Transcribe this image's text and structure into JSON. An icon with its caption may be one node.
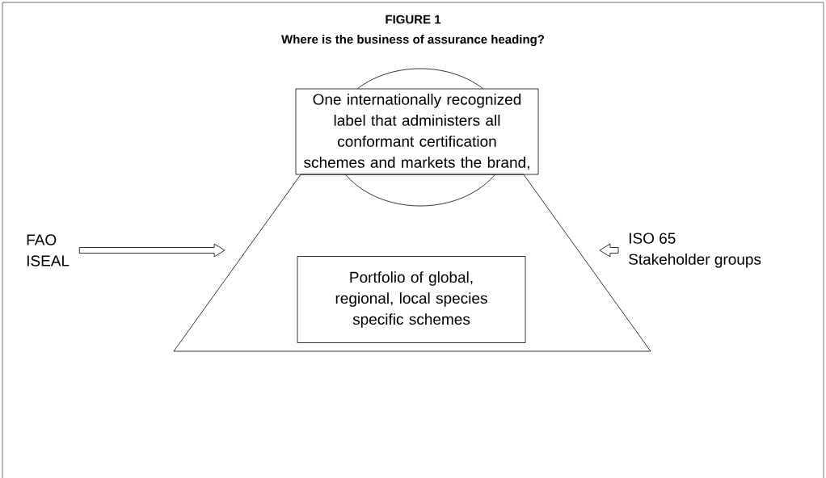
{
  "diagram": {
    "title": "FIGURE 1",
    "nodes": [
      {
        "text": [],
        "shape": "circle"
      },
      {
        "text": [],
        "shape": "trapezoid"
      },
      {
        "text": [
          "One internationally recognized label that administers all conformant certification schemes and markets the brand,"
        ]
      },
      {
        "text": [
          "Portfolio of global, regional, local species specific schemes"
        ],
        "in": 1
      },
      {
        "text": [
          "FAO",
          "ISEAL"
        ]
      },
      {
        "text": [
          "ISO 65",
          "Stakeholder groups"
        ]
      }
    ],
    "edges": [
      {
        "from": 4,
        "to": 1,
        "arrow": "to"
      },
      {
        "from": 5,
        "to": 1,
        "arrow": "to"
      }
    ],
    "labels": [
      "Where is the business of assurance heading?"
    ]
  }
}
